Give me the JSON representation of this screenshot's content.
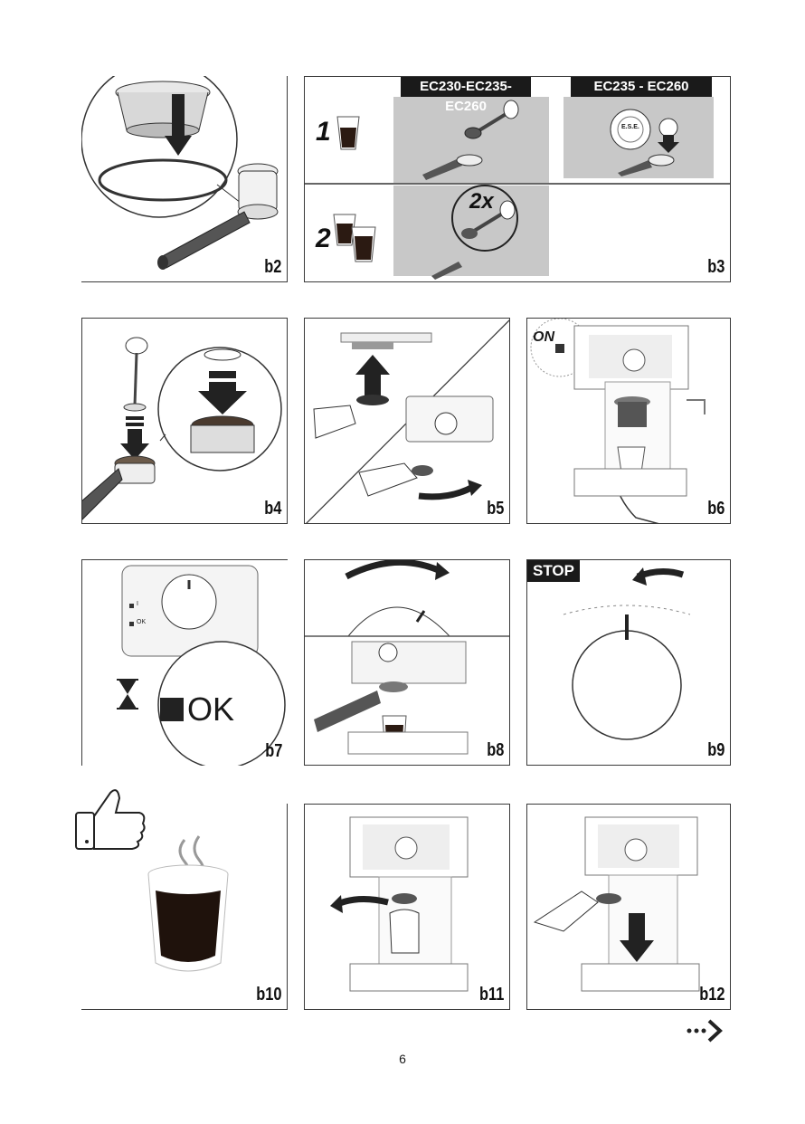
{
  "panels": {
    "b2": {
      "label": "b2"
    },
    "b3": {
      "label": "b3",
      "header_left": "EC230-EC235-EC260",
      "header_right": "EC235 - EC260",
      "step1": "1",
      "step2": "2",
      "times": "2x",
      "ese_text": "E.S.E."
    },
    "b4": {
      "label": "b4"
    },
    "b5": {
      "label": "b5"
    },
    "b6": {
      "label": "b6",
      "on_text": "ON"
    },
    "b7": {
      "label": "b7",
      "indicator_power": "I",
      "indicator_ok": "OK",
      "ok_big": "OK"
    },
    "b8": {
      "label": "b8"
    },
    "b9": {
      "label": "b9",
      "stop_text": "STOP"
    },
    "b10": {
      "label": "b10"
    },
    "b11": {
      "label": "b11"
    },
    "b12": {
      "label": "b12"
    }
  },
  "page_number": "6",
  "next_icon": "dotted-arrow-right-icon",
  "colors": {
    "ink": "#1a1a1a",
    "gray_bg": "#c8c8c8",
    "coffee": "#2b1a12"
  }
}
